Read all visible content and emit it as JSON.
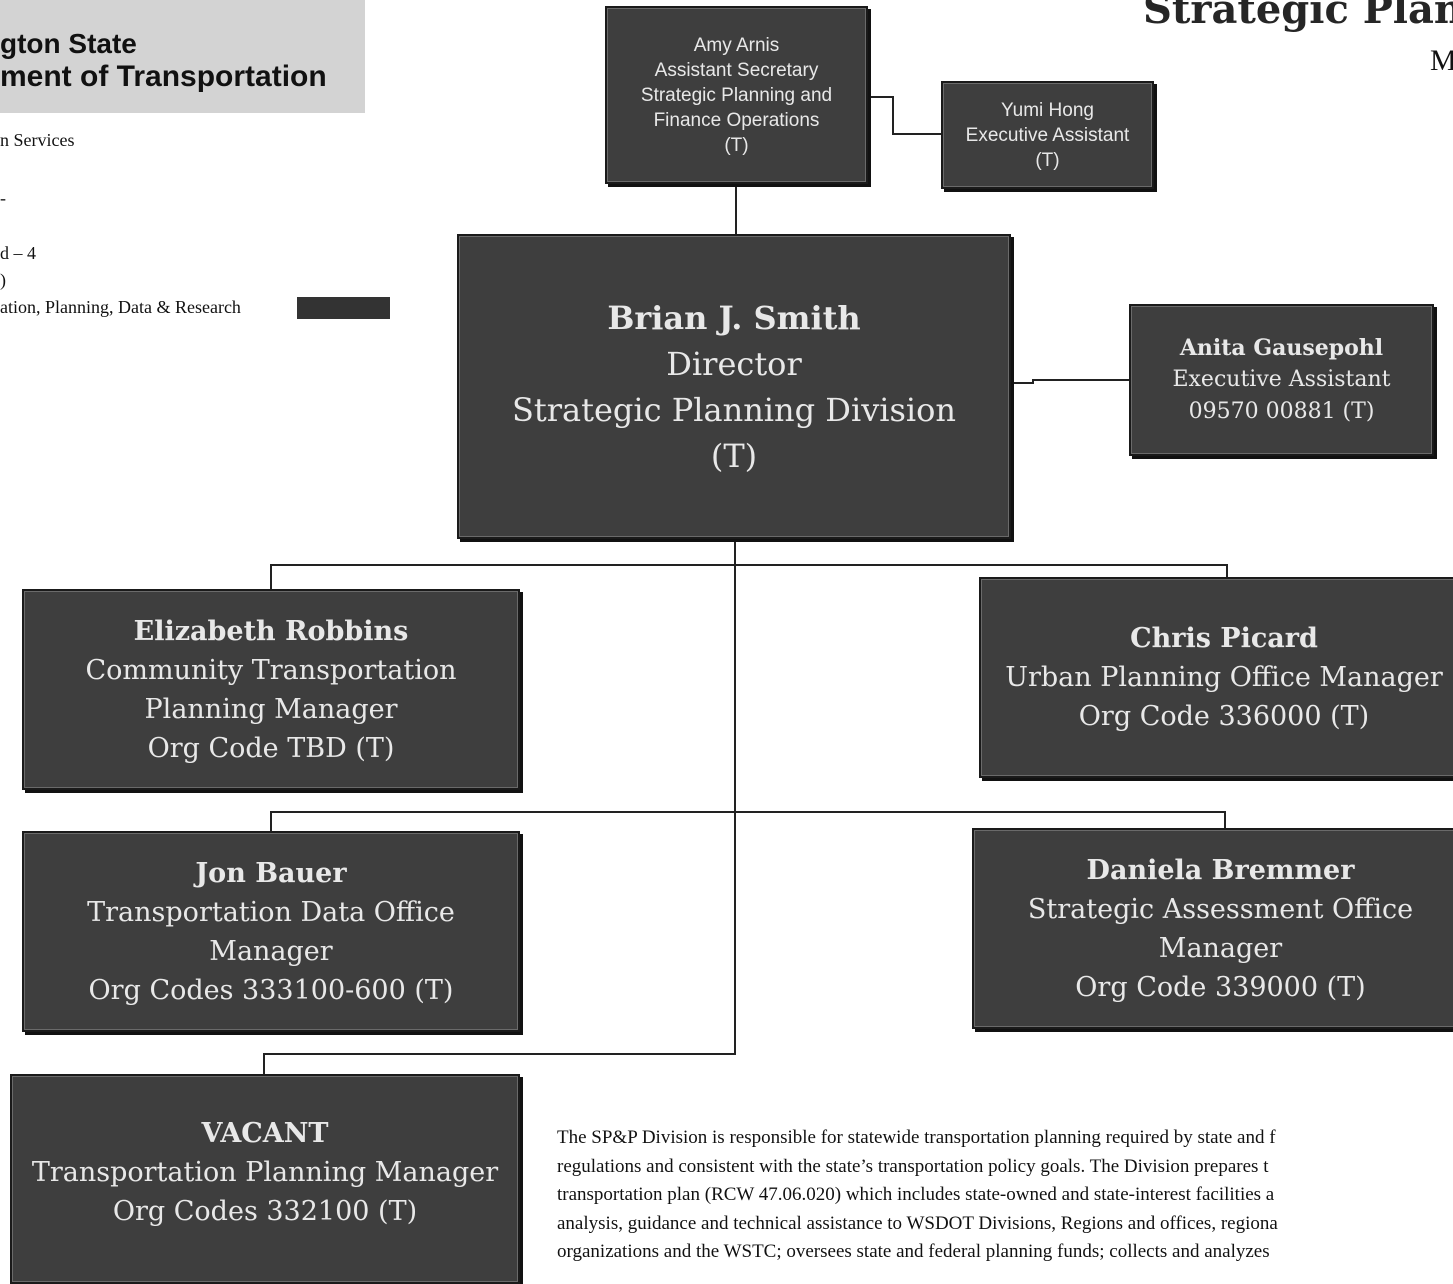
{
  "logo": {
    "line1": "gton State",
    "line2": "ment of Transportation"
  },
  "meta": {
    "services": "n Services",
    "dash": "-",
    "grade": "d – 4",
    "paren": ")",
    "office": "ation, Planning, Data & Research"
  },
  "title": "Strategic Plann",
  "subtitle": "M",
  "boxes": {
    "asst_secretary": {
      "name": "Amy Arnis",
      "lines": [
        "Assistant Secretary",
        "Strategic Planning and",
        "Finance Operations",
        "(T)"
      ]
    },
    "exec_asst_top": {
      "name": "Yumi Hong",
      "lines": [
        "Executive Assistant",
        "(T)"
      ]
    },
    "director": {
      "name": "Brian J. Smith",
      "lines": [
        "Director",
        "Strategic Planning Division",
        "(T)"
      ]
    },
    "exec_asst_right": {
      "name": "Anita Gausepohl",
      "title": "Executive Assistant",
      "code1": "09570",
      "code2": "00881  (T)"
    },
    "community": {
      "name": "Elizabeth Robbins",
      "lines": [
        "Community Transportation",
        "Planning Manager",
        "Org Code TBD  (T)"
      ]
    },
    "urban": {
      "name": "Chris Picard",
      "lines": [
        "Urban Planning Office Manager",
        "Org Code 336000  (T)"
      ]
    },
    "data_office": {
      "name": "Jon Bauer",
      "lines": [
        "Transportation Data Office",
        "Manager",
        "Org Codes 333100-600  (T)"
      ]
    },
    "assessment": {
      "name": "Daniela Bremmer",
      "lines": [
        "Strategic Assessment Office",
        "Manager",
        "Org Code 339000  (T)"
      ]
    },
    "vacant": {
      "name": "VACANT",
      "lines": [
        "Transportation Planning Manager",
        "Org Codes 332100   (T)"
      ]
    }
  },
  "description": [
    "The SP&P Division is responsible for statewide transportation planning required by state and f",
    "regulations and consistent with the state’s transportation policy goals.  The Division prepares t",
    "transportation plan (RCW 47.06.020) which includes state-owned and state-interest facilities a",
    "analysis, guidance and technical assistance to WSDOT Divisions, Regions and offices, regiona",
    "organizations and the WSTC; oversees state and federal planning funds; collects and analyzes"
  ]
}
